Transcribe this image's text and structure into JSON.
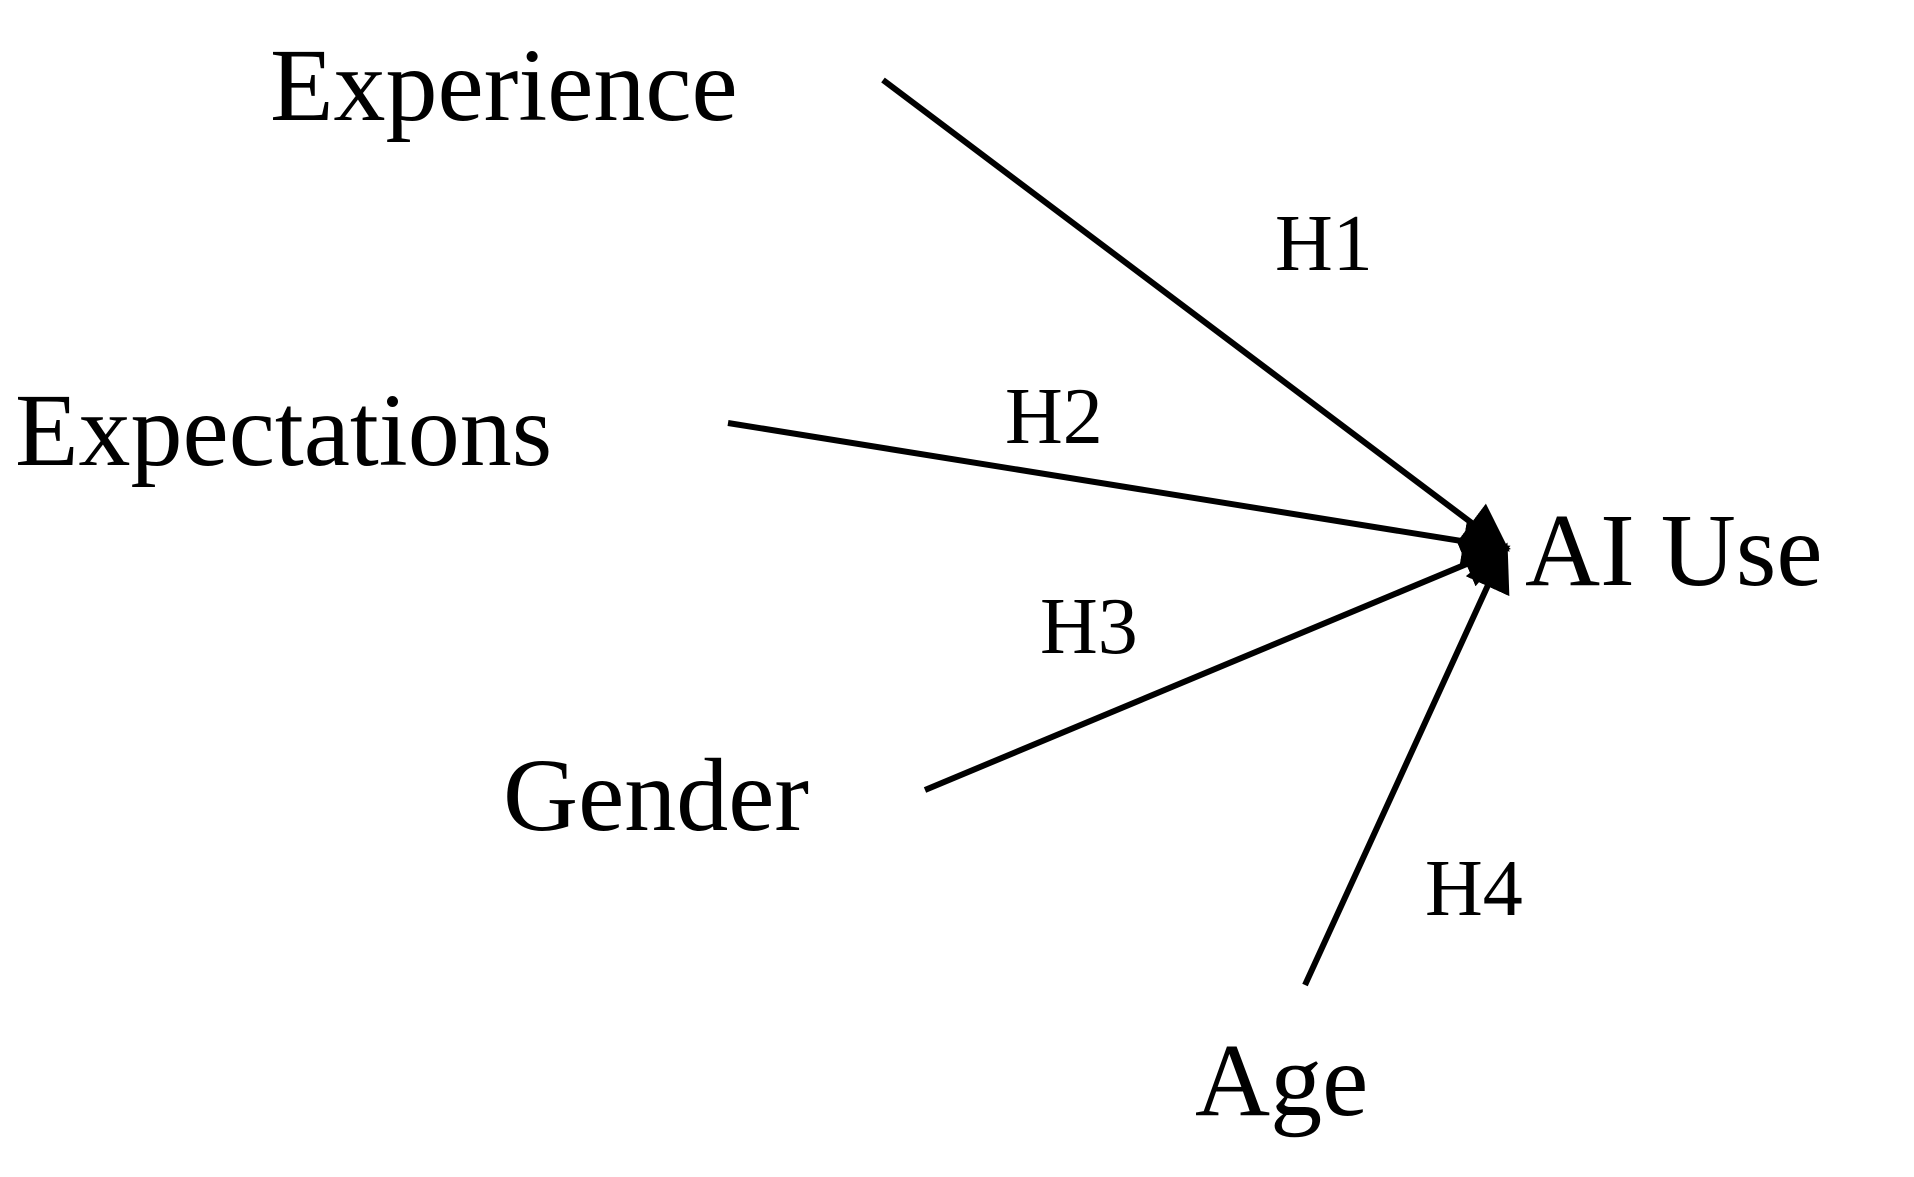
{
  "colors": {
    "ink": "#000000",
    "background": "#ffffff"
  },
  "nodes": {
    "experience": "Experience",
    "expectations": "Expectations",
    "gender": "Gender",
    "age": "Age",
    "ai_use": "AI Use"
  },
  "edges": [
    {
      "from": "experience",
      "to": "ai_use",
      "label": "H1"
    },
    {
      "from": "expectations",
      "to": "ai_use",
      "label": "H2"
    },
    {
      "from": "gender",
      "to": "ai_use",
      "label": "H3"
    },
    {
      "from": "age",
      "to": "ai_use",
      "label": "H4"
    }
  ]
}
